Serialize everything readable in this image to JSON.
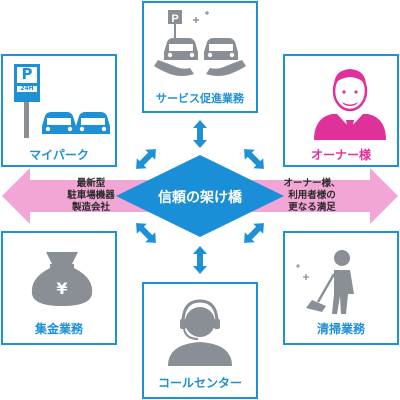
{
  "colors": {
    "blue": "#1e90d6",
    "blue_center": "#1a8fd8",
    "pink": "#e0309a",
    "pink_arrow": "#f2a6d6",
    "icon_gray": "#8a8f96"
  },
  "center": {
    "label": "信頼の架け橋"
  },
  "boxes": {
    "top": {
      "label": "サービス促進業務",
      "icon": "parking-cars-hands-icon"
    },
    "top_left": {
      "label": "マイパーク",
      "icon": "parking-24h-sign-icon",
      "sign_p": "P",
      "sign_24h": "24H"
    },
    "top_right": {
      "label": "オーナー様",
      "icon": "owner-person-icon"
    },
    "bottom_left": {
      "label": "集金業務",
      "icon": "money-bag-yen-icon",
      "yen": "¥"
    },
    "bottom": {
      "label": "コールセンター",
      "icon": "headset-operator-icon"
    },
    "bottom_right": {
      "label": "清掃業務",
      "icon": "cleaning-person-icon"
    }
  },
  "left_arrow": {
    "lines": [
      "最新型",
      "駐車場機器",
      "製造会社"
    ]
  },
  "right_arrow": {
    "lines": [
      "オーナー様、",
      "利用者様の",
      "更なる満足"
    ]
  }
}
